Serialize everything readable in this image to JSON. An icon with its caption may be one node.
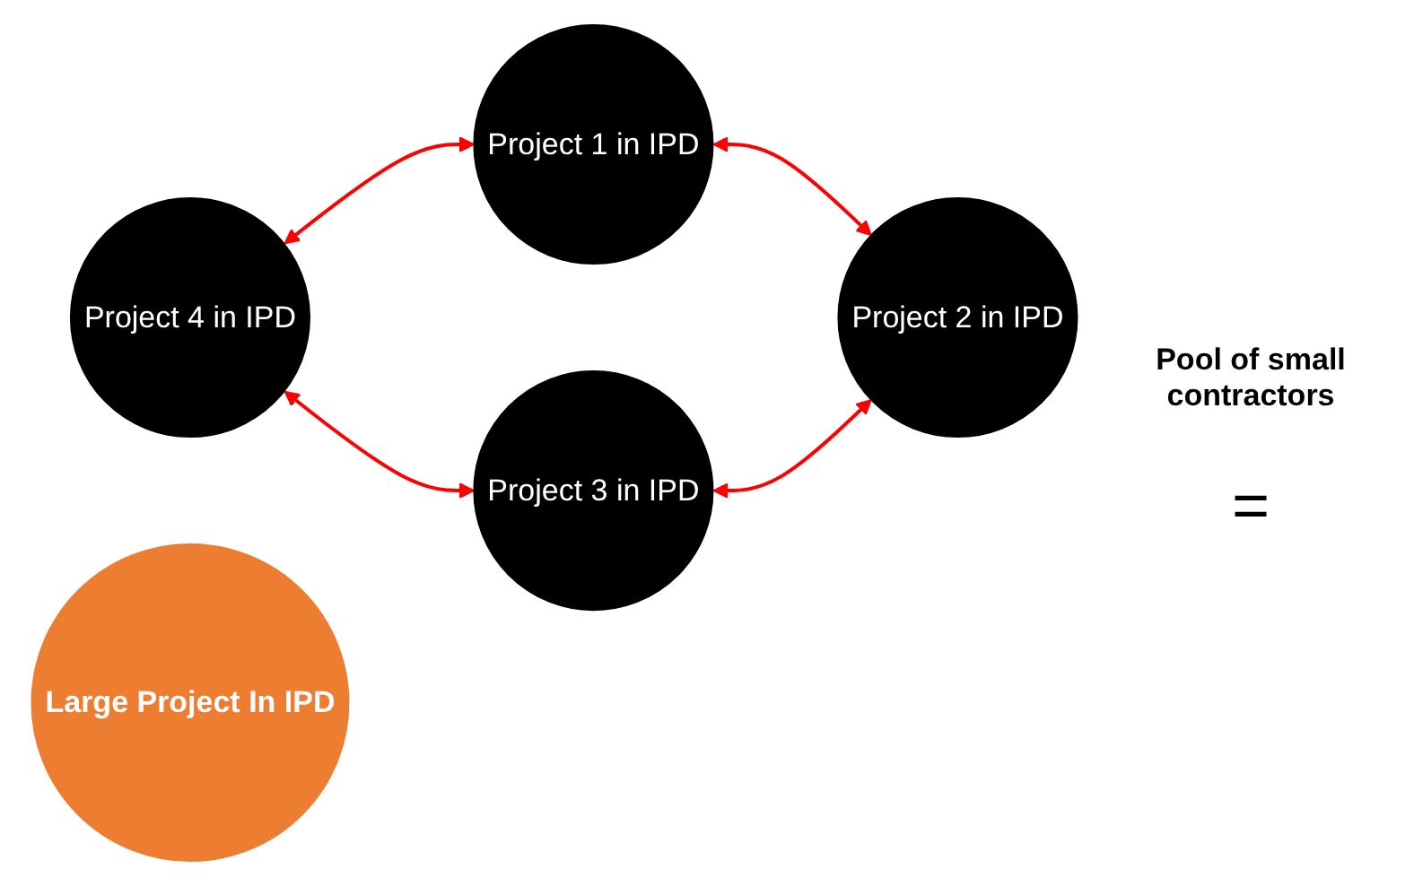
{
  "diagram": {
    "nodes": [
      {
        "text": [
          "Project 1 in IPD"
        ]
      },
      {
        "text": [
          "Project 4 in IPD"
        ]
      },
      {
        "text": [
          "Project 2 in IPD"
        ]
      },
      {
        "text": [
          "Large Project In IPD"
        ]
      },
      {
        "text": [
          "Project 3 in IPD"
        ]
      }
    ],
    "edges": [
      {
        "from": 1,
        "to": 0,
        "arrow": "both",
        "color": "#ff0000"
      },
      {
        "from": 0,
        "to": 2,
        "arrow": "both",
        "color": "#ff0000"
      },
      {
        "from": 1,
        "to": 4,
        "arrow": "both",
        "color": "#ff0000"
      },
      {
        "from": 4,
        "to": 2,
        "arrow": "both",
        "color": "#ff0000"
      }
    ],
    "labels": [
      "Pool of small contractors",
      "="
    ]
  }
}
